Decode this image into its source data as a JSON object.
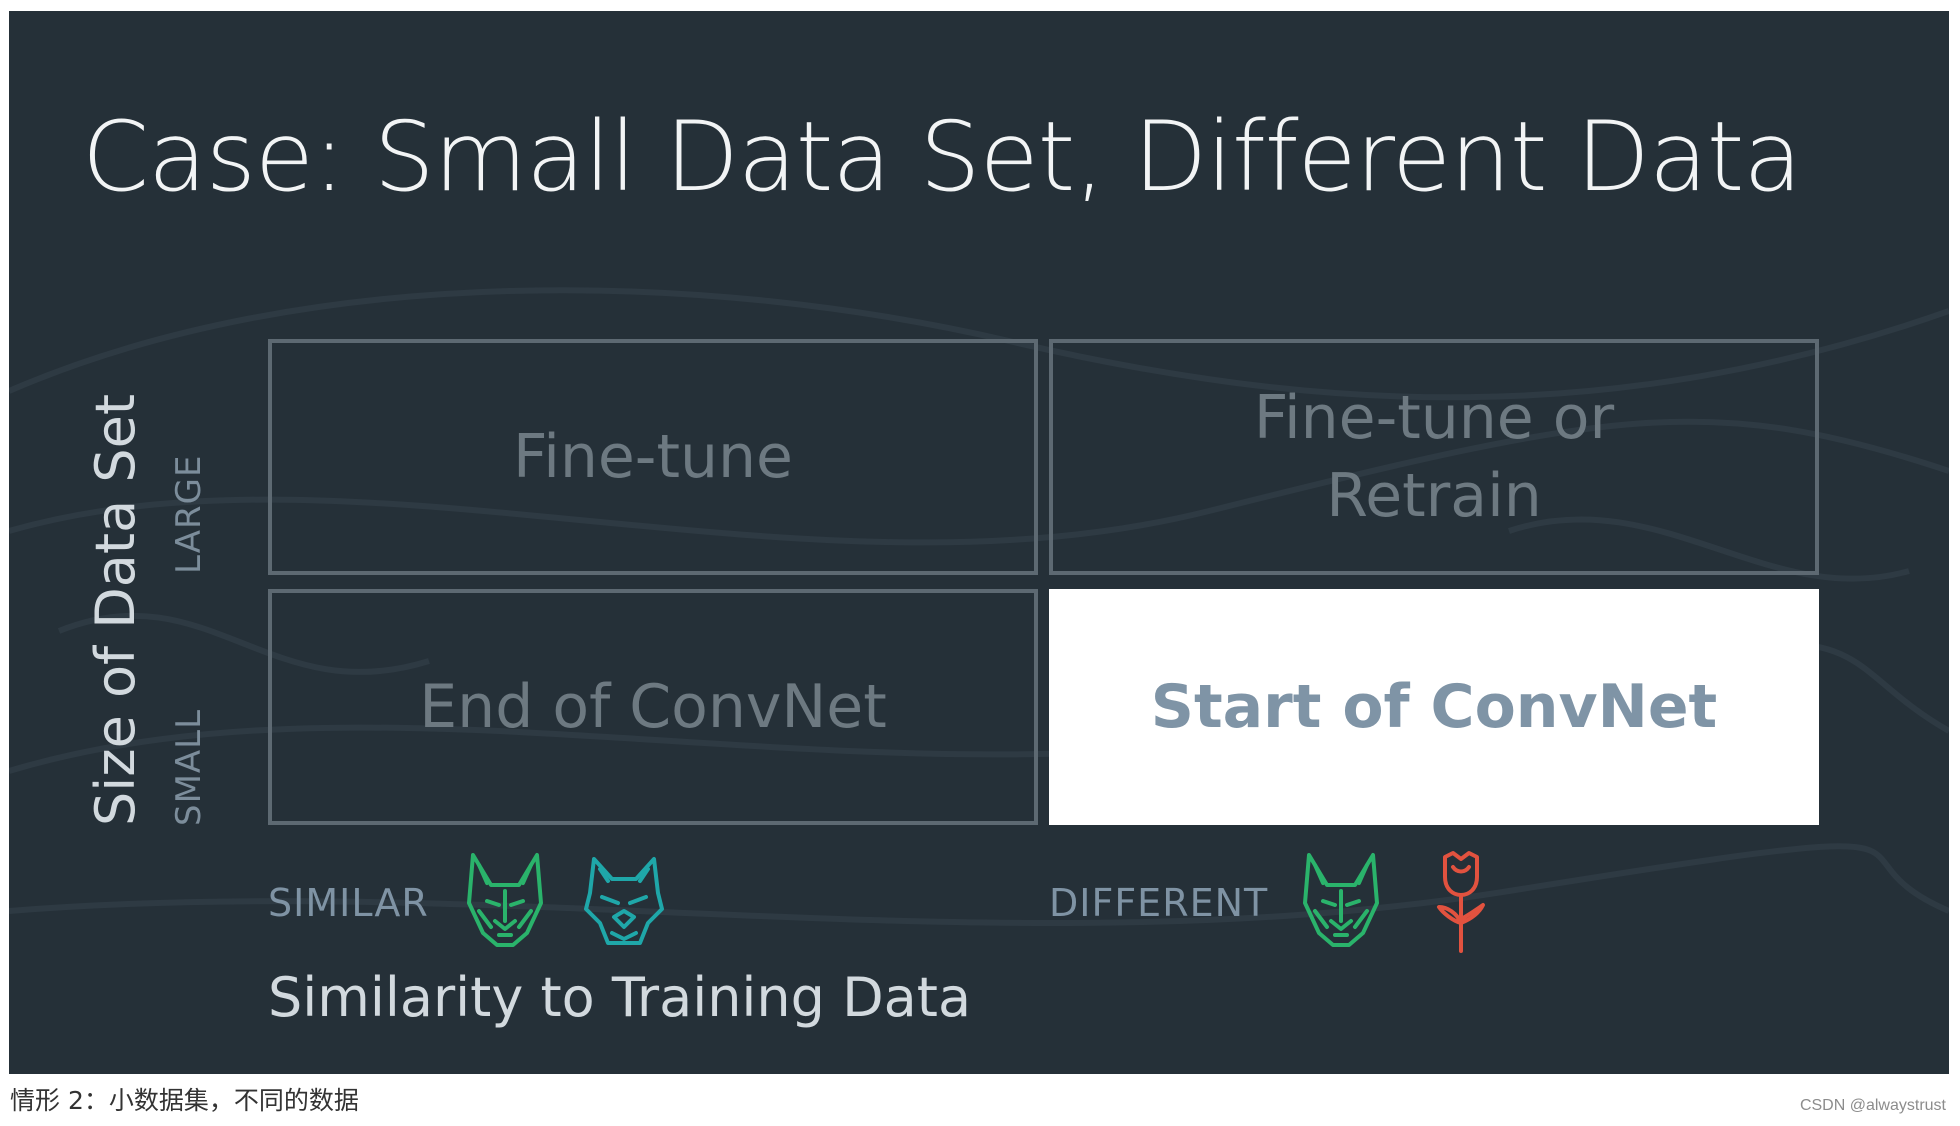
{
  "slide": {
    "title": "Case: Small Data Set, Different Data",
    "y_axis_title": "Size of Data Set",
    "y_ticks": {
      "large": "LARGE",
      "small": "SMALL"
    },
    "x_axis_title": "Similarity to Training Data",
    "x_ticks": {
      "similar": "SIMILAR",
      "different": "DIFFERENT"
    },
    "cells": {
      "large_similar": {
        "lines": [
          "Fine-tune"
        ]
      },
      "large_different": {
        "lines": [
          "Fine-tune or",
          "Retrain"
        ]
      },
      "small_similar": {
        "lines": [
          "End of ConvNet"
        ]
      },
      "small_different": {
        "lines": [
          "Start of ConvNet"
        ],
        "highlighted": true
      }
    },
    "icons": {
      "similar": [
        "dog-icon",
        "wolf-icon"
      ],
      "different": [
        "dog-icon",
        "rose-icon"
      ]
    },
    "colors": {
      "slide_background": "#253038",
      "highlight_text": "#7f94a6",
      "dog_icon": "#2ab36b",
      "wolf_icon": "#1fa7a9",
      "rose_icon": "#e2523f"
    }
  },
  "caption": "情形 2：小数据集，不同的数据",
  "watermark": "CSDN @alwaystrust"
}
